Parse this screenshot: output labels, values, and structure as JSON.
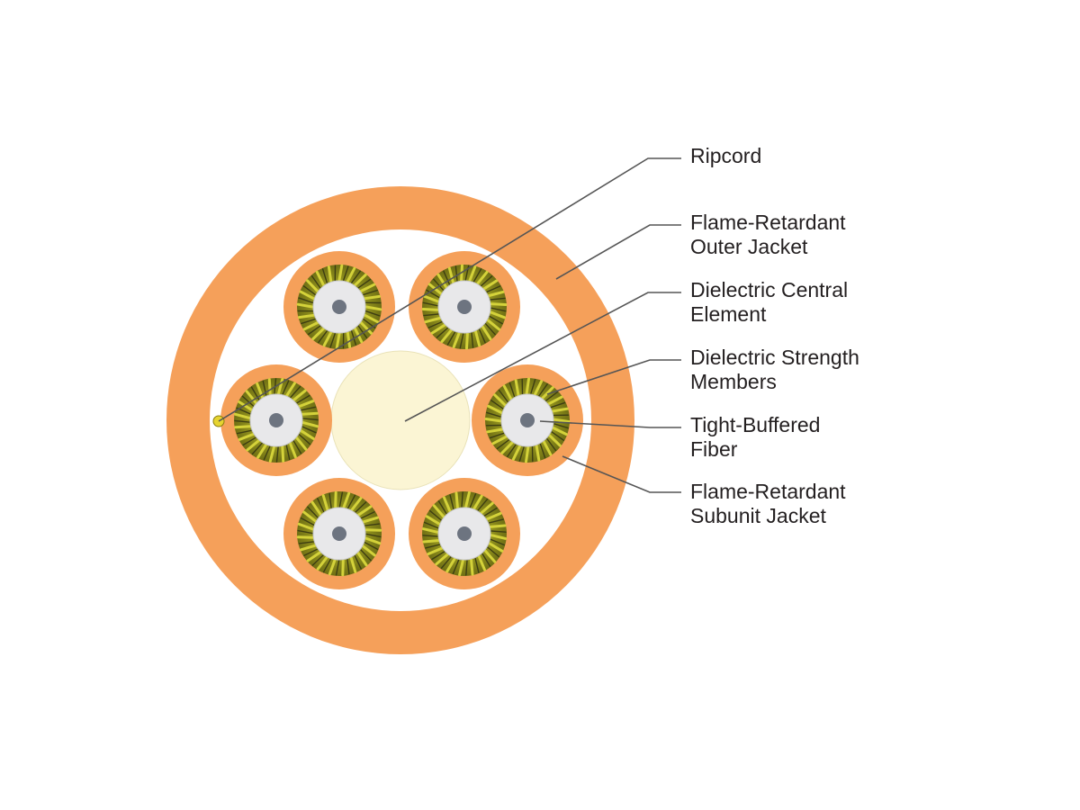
{
  "colors": {
    "outer_jacket": "#f5a05a",
    "subunit_jacket": "#f5a05a",
    "filler": "#ffffff",
    "strength_members": "#8a8a1c",
    "strength_highlight": "#d4d23a",
    "strength_dark": "#3d3d12",
    "fiber_buffer": "#e8e8ea",
    "fiber_core": "#6d7480",
    "central_element": "#fbf5d4",
    "ripcord": "#e6d430",
    "leader_line": "#555555",
    "text": "#231f20"
  },
  "labels": {
    "ripcord": [
      "Ripcord"
    ],
    "outer_jacket": [
      "Flame-Retardant",
      "Outer Jacket"
    ],
    "central_element": [
      "Dielectric Central",
      "Element"
    ],
    "strength_members": [
      "Dielectric Strength",
      "Members"
    ],
    "tight_buffered_fiber": [
      "Tight-Buffered",
      "Fiber"
    ],
    "subunit_jacket": [
      "Flame-Retardant",
      "Subunit Jacket"
    ]
  },
  "subunit_count": 6
}
